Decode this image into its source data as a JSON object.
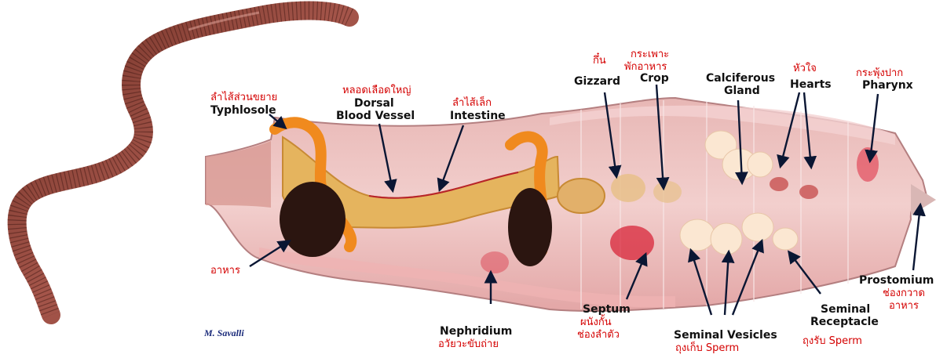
{
  "labels": {
    "typhlosole": {
      "en": "Typhlosole",
      "th": "ลำไส้ส่วนขยาย"
    },
    "dorsal_vessel": {
      "en_line1": "Dorsal",
      "en_line2": "Blood  Vessel",
      "th": "หลอดเลือดใหญ่"
    },
    "intestine": {
      "en": "Intestine",
      "th": "ลำไส้เล็ก"
    },
    "gizzard": {
      "en": "Gizzard",
      "th": "กึ๋น"
    },
    "crop": {
      "en": "Crop",
      "th_line1": "กระเพาะ",
      "th_line2": "พักอาหาร"
    },
    "calciferous": {
      "en_line1": "Calciferous",
      "en_line2": "Gland"
    },
    "hearts": {
      "en": "Hearts",
      "th": "หัวใจ"
    },
    "pharynx": {
      "en": "Pharynx",
      "th": "กระพุ้งปาก"
    },
    "food": {
      "th": "อาหาร"
    },
    "nephridium": {
      "en": "Nephridium",
      "th": "อวัยวะขับถ่าย"
    },
    "septum": {
      "en": "Septum",
      "th_line1": "ผนังกั้น",
      "th_line2": "ช่องลำตัว"
    },
    "seminal_vesicles": {
      "en": "Seminal  Vesicles",
      "th": "ถุงเก็บ Sperm"
    },
    "seminal_receptacle": {
      "en_line1": "Seminal",
      "en_line2": "Receptacle",
      "th": "ถุงรับ Sperm"
    },
    "prostomium": {
      "en": "Prostomium",
      "th_line1": "ช่องกวาด",
      "th_line2": "อาหาร"
    }
  },
  "credit": "M. Savalli",
  "colors": {
    "thai_label": "#d40000",
    "english_label": "#111111",
    "credit": "#1a2a7a"
  }
}
